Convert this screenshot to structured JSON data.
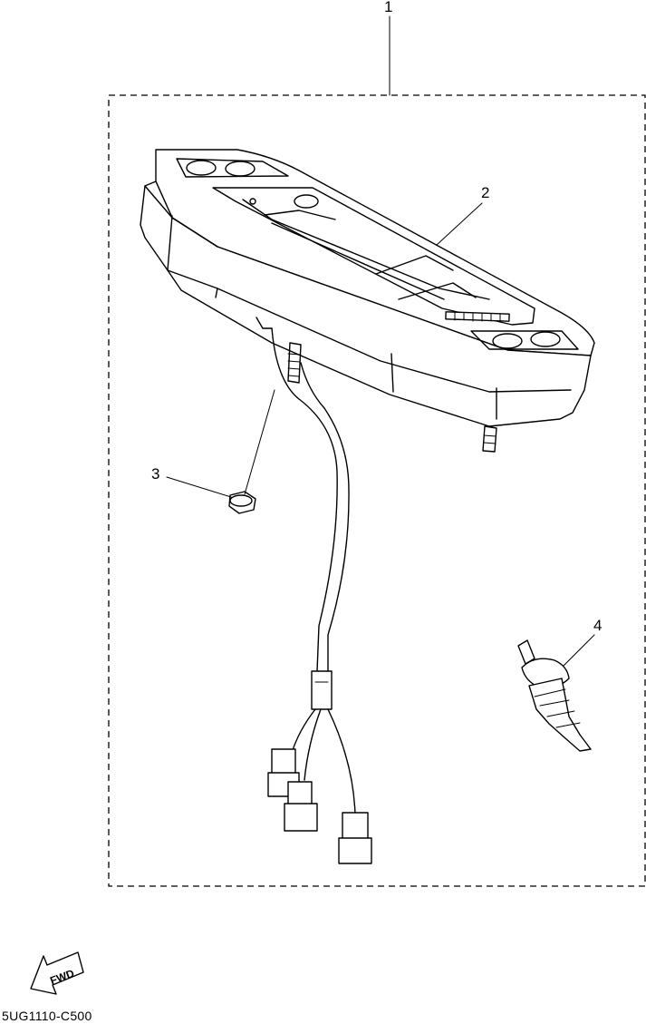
{
  "callouts": [
    {
      "id": "1",
      "label": "1"
    },
    {
      "id": "2",
      "label": "2"
    },
    {
      "id": "3",
      "label": "3"
    },
    {
      "id": "4",
      "label": "4"
    }
  ],
  "direction_marker": {
    "label": "FWD"
  },
  "diagram_code": "5UG1110-C500"
}
